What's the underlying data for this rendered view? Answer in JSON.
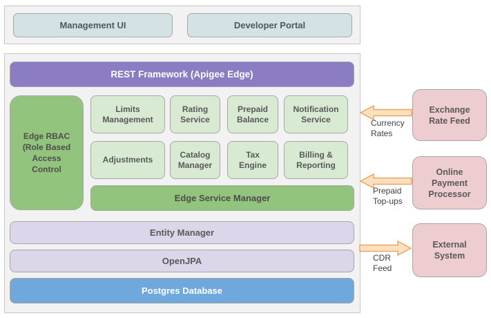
{
  "top_section": {
    "boxes": [
      {
        "label": "Management UI"
      },
      {
        "label": "Developer Portal"
      }
    ]
  },
  "main_section": {
    "header": "REST Framework (Apigee Edge)",
    "rbac_lines": [
      "Edge RBAC",
      "(Role Based",
      "Access",
      "Control"
    ],
    "services_row1": [
      "Limits Management",
      "Rating Service",
      "Prepaid Balance",
      "Notification Service"
    ],
    "services_row2": [
      "Adjustments",
      "Catalog Manager",
      "Tax Engine",
      "Billing & Reporting"
    ],
    "service_manager": "Edge Service Manager",
    "layers": [
      "Entity Manager",
      "OpenJPA",
      "Postgres Database"
    ]
  },
  "external_section": {
    "boxes": [
      "Exchange Rate Feed",
      "Online Payment Processor",
      "External System"
    ],
    "flows": [
      {
        "label": "Currency Rates",
        "direction": "left"
      },
      {
        "label": "Prepaid Top-ups",
        "direction": "left"
      },
      {
        "label": "CDR Feed",
        "direction": "right"
      }
    ]
  },
  "colors": {
    "panel_bg": "#f2f2f2",
    "panel_border": "#c6c6c6",
    "topbox_bg": "#d4e2e6",
    "box_border": "#a6a6a6",
    "purple": "#8b7cc4",
    "green_solid": "#93c47d",
    "green_light": "#d9ead3",
    "lavender": "#ddd5e9",
    "blue": "#6fa8dc",
    "pink": "#eecdd1",
    "arrow_fill": "#fbe1bf",
    "arrow_stroke": "#eda45f",
    "text_dark": "#595959",
    "text_label": "#3f3f3f",
    "text_white": "#ffffff"
  }
}
